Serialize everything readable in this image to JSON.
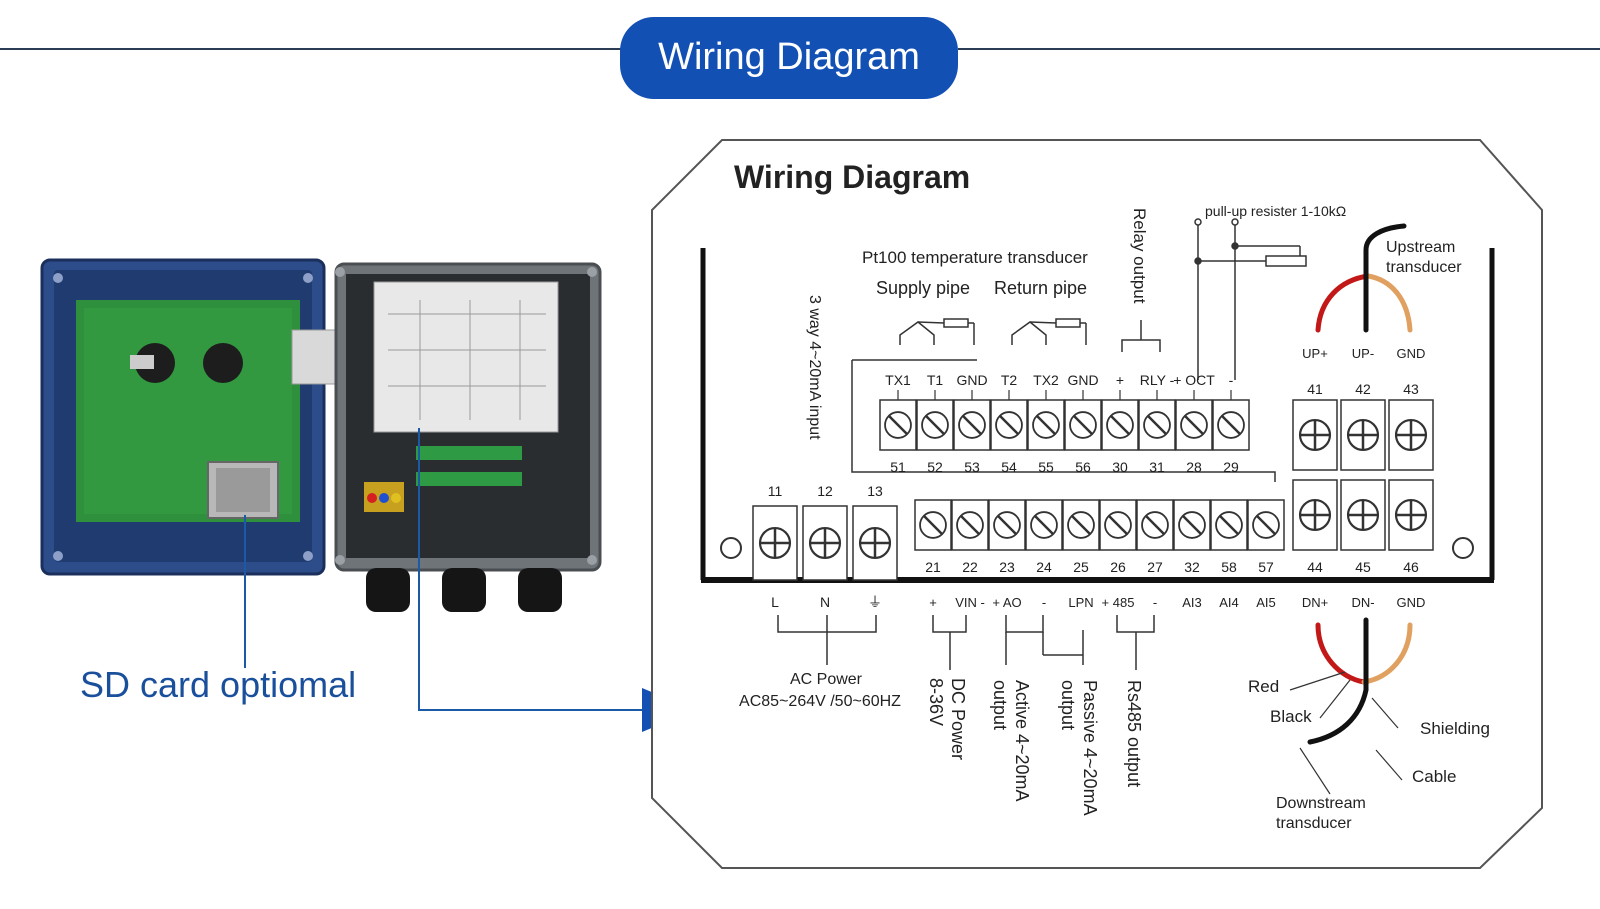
{
  "banner": {
    "title": "Wiring Diagram"
  },
  "photo_caption": "SD card optiomal",
  "diagram": {
    "heading": "Wiring Diagram",
    "pullup_label": "pull-up resister 1-10kΩ",
    "relay_label": "Relay output",
    "pt100_label": "Pt100 temperature transducer",
    "supply_label": "Supply pipe",
    "return_label": "Return pipe",
    "input_label": "3 way 4~20mA input",
    "upstream_label": [
      "Upstream",
      "transducer"
    ],
    "top_terminals": [
      {
        "label": "TX1",
        "num": "51"
      },
      {
        "label": "T1",
        "num": "52"
      },
      {
        "label": "GND",
        "num": "53"
      },
      {
        "label": "T2",
        "num": "54"
      },
      {
        "label": "TX2",
        "num": "55"
      },
      {
        "label": "GND",
        "num": "56"
      },
      {
        "label": "+",
        "num": "30"
      },
      {
        "label": "RLY -",
        "num": "31"
      },
      {
        "label": "+ OCT",
        "num": "28"
      },
      {
        "label": "-",
        "num": "29"
      }
    ],
    "up_terminals": [
      {
        "label": "UP+",
        "num": "41"
      },
      {
        "label": "UP-",
        "num": "42"
      },
      {
        "label": "GND",
        "num": "43"
      }
    ],
    "power_terminals": [
      {
        "num": "11",
        "label": "L"
      },
      {
        "num": "12",
        "label": "N"
      },
      {
        "num": "13",
        "label": "⏚"
      }
    ],
    "bottom_terminals": [
      {
        "num": "21",
        "label": "+"
      },
      {
        "num": "22",
        "label": "VIN -"
      },
      {
        "num": "23",
        "label": "+ AO"
      },
      {
        "num": "24",
        "label": "-"
      },
      {
        "num": "25",
        "label": "LPN"
      },
      {
        "num": "26",
        "label": "+ 485"
      },
      {
        "num": "27",
        "label": "-"
      },
      {
        "num": "32",
        "label": "AI3"
      },
      {
        "num": "58",
        "label": "AI4"
      },
      {
        "num": "57",
        "label": "AI5"
      }
    ],
    "dn_terminals": [
      {
        "num": "44",
        "label": "DN+"
      },
      {
        "num": "45",
        "label": "DN-"
      },
      {
        "num": "46",
        "label": "GND"
      }
    ],
    "ac_power": "AC Power",
    "ac_range": "AC85~264V /50~60HZ",
    "dc_power": [
      "DC Power",
      "8-36V"
    ],
    "active_output": [
      "Active 4~20mA",
      "output"
    ],
    "passive_output": [
      "Passive 4~20mA",
      "output"
    ],
    "rs485_output": "Rs485 output",
    "red": "Red",
    "black": "Black",
    "shielding": "Shielding",
    "cable": "Cable",
    "downstream_label": [
      "Downstream",
      "transducer"
    ]
  }
}
